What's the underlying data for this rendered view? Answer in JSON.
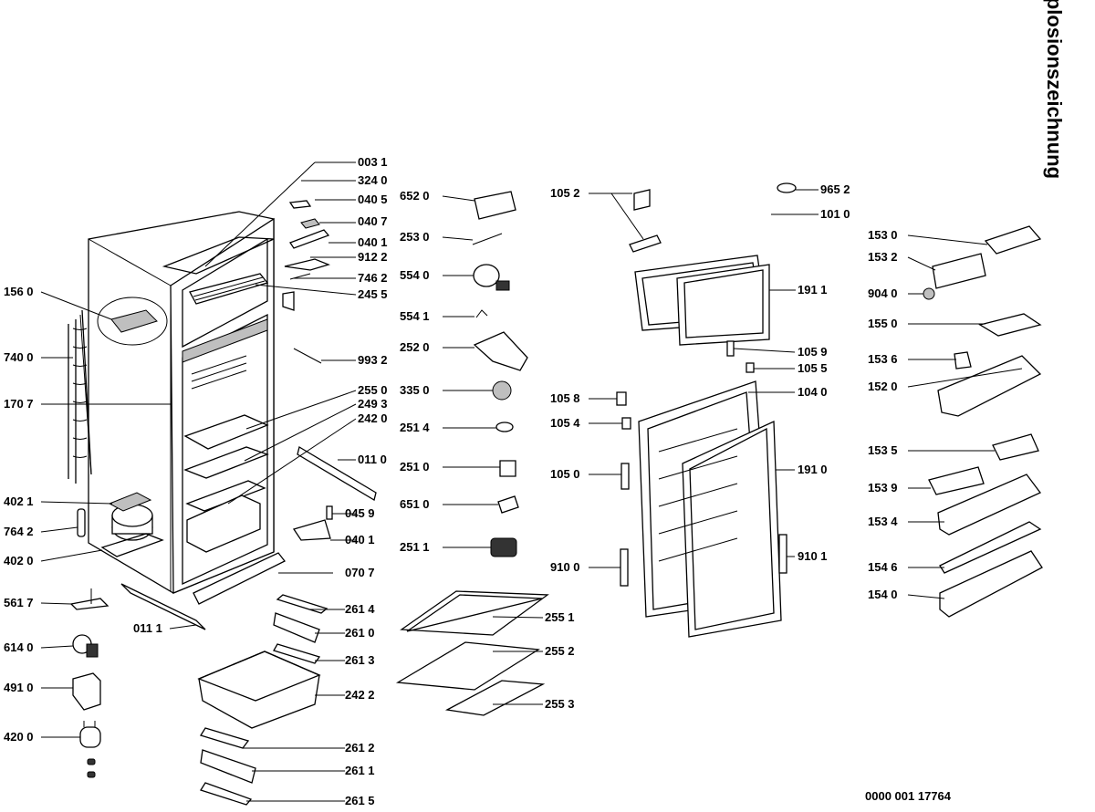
{
  "title": "Explosionszeichnung",
  "document_number": "0000  001 17764",
  "labels": [
    {
      "id": "003-1",
      "text": "003 1"
    },
    {
      "id": "324-0",
      "text": "324 0"
    },
    {
      "id": "040-5",
      "text": "040 5"
    },
    {
      "id": "040-7",
      "text": "040 7"
    },
    {
      "id": "040-1a",
      "text": "040 1"
    },
    {
      "id": "912-2",
      "text": "912 2"
    },
    {
      "id": "746-2",
      "text": "746 2"
    },
    {
      "id": "245-5",
      "text": "245 5"
    },
    {
      "id": "156-0",
      "text": "156 0"
    },
    {
      "id": "740-0",
      "text": "740 0"
    },
    {
      "id": "993-2",
      "text": "993 2"
    },
    {
      "id": "255-0",
      "text": "255 0"
    },
    {
      "id": "249-3",
      "text": "249 3"
    },
    {
      "id": "242-0",
      "text": "242 0"
    },
    {
      "id": "170-7",
      "text": "170 7"
    },
    {
      "id": "011-0",
      "text": "011 0"
    },
    {
      "id": "402-1",
      "text": "402 1"
    },
    {
      "id": "764-2",
      "text": "764 2"
    },
    {
      "id": "045-9",
      "text": "045 9"
    },
    {
      "id": "402-0",
      "text": "402 0"
    },
    {
      "id": "040-1b",
      "text": "040 1"
    },
    {
      "id": "070-7",
      "text": "070 7"
    },
    {
      "id": "561-7",
      "text": "561 7"
    },
    {
      "id": "261-4",
      "text": "261 4"
    },
    {
      "id": "011-1",
      "text": "011 1"
    },
    {
      "id": "261-0",
      "text": "261 0"
    },
    {
      "id": "614-0",
      "text": "614 0"
    },
    {
      "id": "261-3",
      "text": "261 3"
    },
    {
      "id": "491-0",
      "text": "491 0"
    },
    {
      "id": "242-2",
      "text": "242 2"
    },
    {
      "id": "420-0",
      "text": "420 0"
    },
    {
      "id": "261-2",
      "text": "261 2"
    },
    {
      "id": "261-1",
      "text": "261 1"
    },
    {
      "id": "261-5",
      "text": "261 5"
    },
    {
      "id": "652-0",
      "text": "652 0"
    },
    {
      "id": "253-0",
      "text": "253 0"
    },
    {
      "id": "554-0",
      "text": "554 0"
    },
    {
      "id": "554-1",
      "text": "554 1"
    },
    {
      "id": "252-0",
      "text": "252 0"
    },
    {
      "id": "335-0",
      "text": "335 0"
    },
    {
      "id": "251-4",
      "text": "251 4"
    },
    {
      "id": "251-0",
      "text": "251 0"
    },
    {
      "id": "651-0",
      "text": "651 0"
    },
    {
      "id": "251-1",
      "text": "251 1"
    },
    {
      "id": "255-1",
      "text": "255 1"
    },
    {
      "id": "255-2",
      "text": "255 2"
    },
    {
      "id": "255-3",
      "text": "255 3"
    },
    {
      "id": "105-2",
      "text": "105 2"
    },
    {
      "id": "965-2",
      "text": "965 2"
    },
    {
      "id": "101-0",
      "text": "101 0"
    },
    {
      "id": "191-1",
      "text": "191 1"
    },
    {
      "id": "105-9",
      "text": "105 9"
    },
    {
      "id": "105-5",
      "text": "105 5"
    },
    {
      "id": "105-8",
      "text": "105 8"
    },
    {
      "id": "104-0",
      "text": "104 0"
    },
    {
      "id": "105-4",
      "text": "105 4"
    },
    {
      "id": "105-0",
      "text": "105 0"
    },
    {
      "id": "191-0",
      "text": "191 0"
    },
    {
      "id": "910-0",
      "text": "910 0"
    },
    {
      "id": "910-1",
      "text": "910 1"
    },
    {
      "id": "153-0",
      "text": "153 0"
    },
    {
      "id": "153-2",
      "text": "153 2"
    },
    {
      "id": "904-0",
      "text": "904 0"
    },
    {
      "id": "155-0",
      "text": "155 0"
    },
    {
      "id": "153-6",
      "text": "153 6"
    },
    {
      "id": "152-0",
      "text": "152 0"
    },
    {
      "id": "153-5",
      "text": "153 5"
    },
    {
      "id": "153-9",
      "text": "153 9"
    },
    {
      "id": "153-4",
      "text": "153 4"
    },
    {
      "id": "154-6",
      "text": "154 6"
    },
    {
      "id": "154-0",
      "text": "154 0"
    }
  ]
}
